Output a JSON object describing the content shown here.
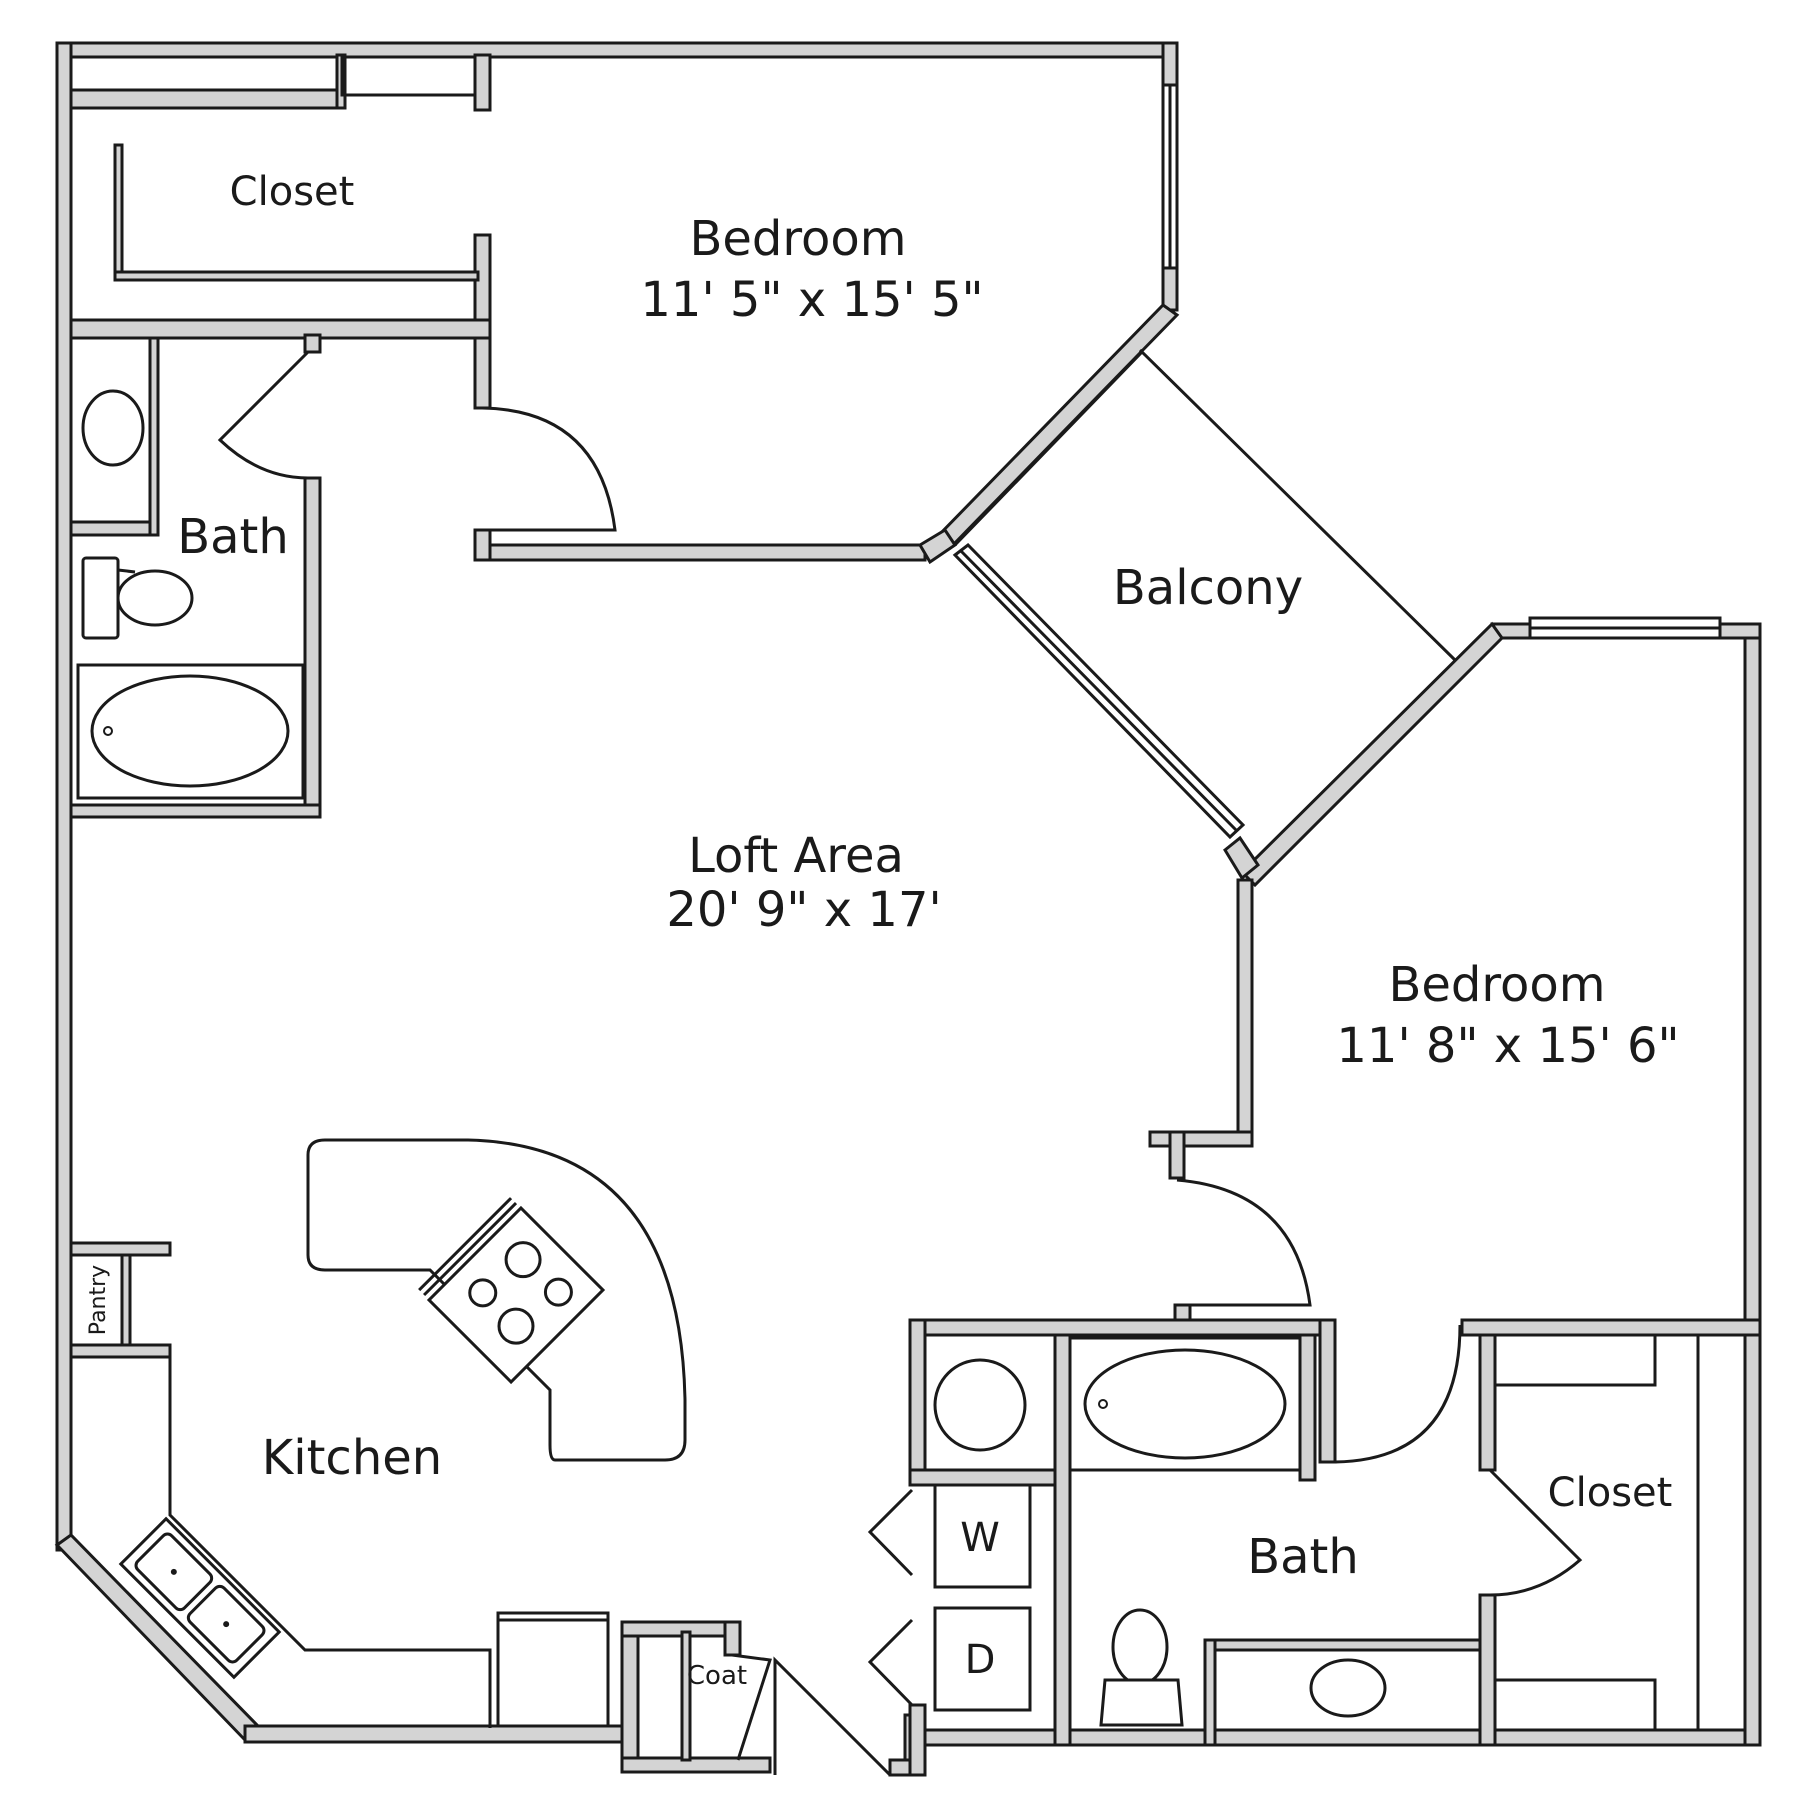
{
  "plan": {
    "rooms": {
      "bedroom_top": {
        "name": "Bedroom",
        "dims": "11' 5\" x 15' 5\""
      },
      "closet_top": {
        "name": "Closet"
      },
      "bath_left": {
        "name": "Bath"
      },
      "balcony": {
        "name": "Balcony"
      },
      "loft": {
        "name": "Loft Area",
        "dims": "20' 9\" x 17'"
      },
      "bedroom_right": {
        "name": "Bedroom",
        "dims": "11' 8\" x 15' 6\""
      },
      "kitchen": {
        "name": "Kitchen"
      },
      "pantry": {
        "name": "Pantry"
      },
      "coat": {
        "name": "Coat"
      },
      "washer": {
        "name": "W"
      },
      "dryer": {
        "name": "D"
      },
      "bath_right": {
        "name": "Bath"
      },
      "closet_right": {
        "name": "Closet"
      }
    },
    "colors": {
      "wall_fill": "#d4d4d4",
      "line": "#1a1a1a",
      "background": "#ffffff"
    }
  }
}
